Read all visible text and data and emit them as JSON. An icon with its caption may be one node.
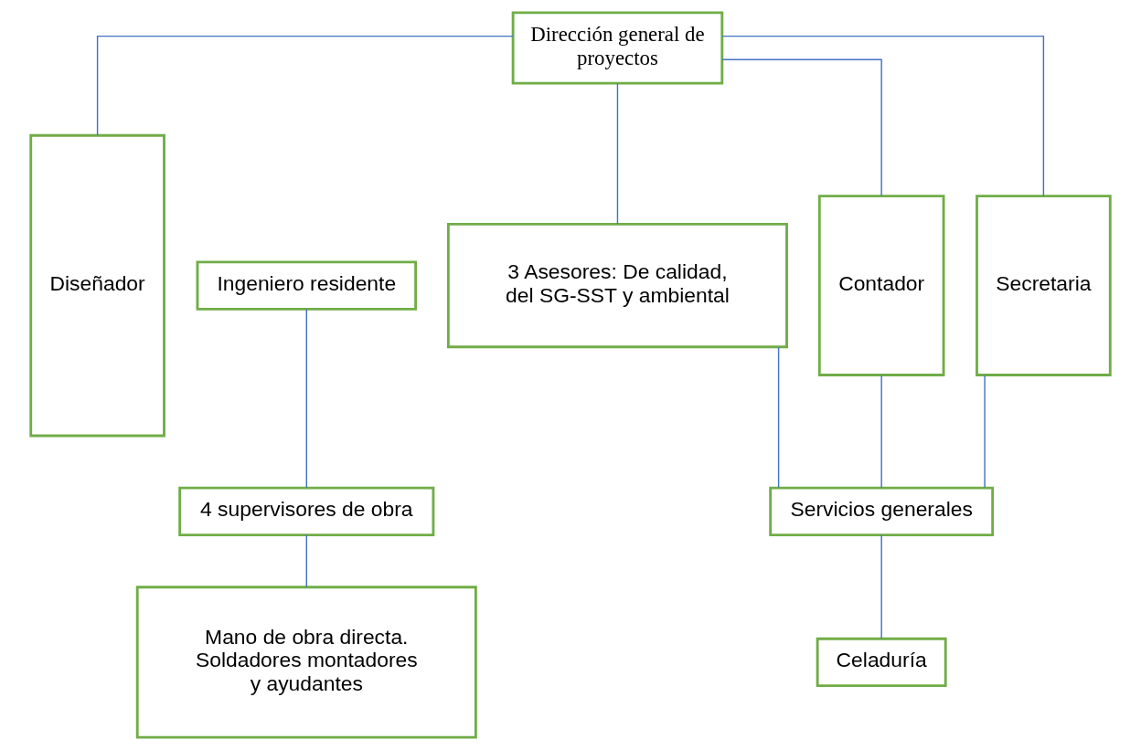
{
  "diagram": {
    "nodes": [
      {
        "text": [
          "Dirección general de proyectos"
        ]
      },
      {
        "text": [
          "Diseñador"
        ]
      },
      {
        "text": [
          "Ingeniero residente"
        ]
      },
      {
        "text": [
          "3 Asesores: De calidad, del SG-SST y ambiental"
        ]
      },
      {
        "text": [
          "Contador"
        ]
      },
      {
        "text": [
          "Secretaria"
        ]
      },
      {
        "text": [
          "4 supervisores de obra"
        ]
      },
      {
        "text": [
          "Mano de obra directa.",
          "Soldadores montadores y ayudantes"
        ]
      },
      {
        "text": [
          "Servicios generales"
        ]
      },
      {
        "text": [
          "Celaduría"
        ]
      }
    ],
    "edges": [
      {
        "from": 0,
        "to": 1,
        "arrow": "none"
      },
      {
        "from": 0,
        "to": 3,
        "arrow": "none"
      },
      {
        "from": 0,
        "to": 4,
        "arrow": "none"
      },
      {
        "from": 0,
        "to": 5,
        "arrow": "none"
      },
      {
        "from": 2,
        "to": 6,
        "arrow": "none"
      },
      {
        "from": 6,
        "to": 7,
        "arrow": "none"
      },
      {
        "from": 3,
        "to": 8,
        "arrow": "none"
      },
      {
        "from": 4,
        "to": 8,
        "arrow": "none"
      },
      {
        "from": 5,
        "to": 8,
        "arrow": "none"
      },
      {
        "from": 8,
        "to": 9,
        "arrow": "none"
      }
    ]
  }
}
